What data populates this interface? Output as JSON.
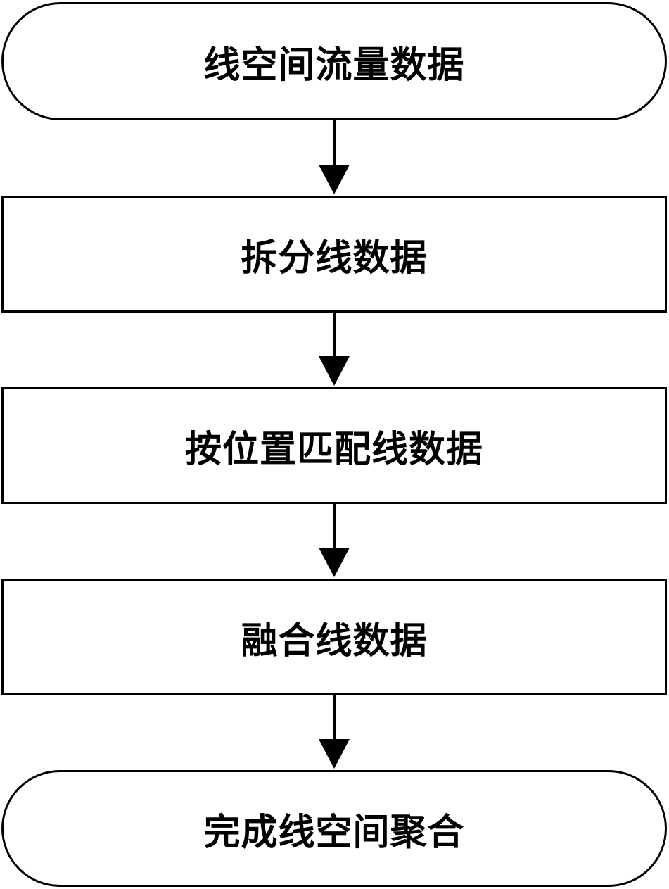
{
  "flowchart": {
    "steps": [
      {
        "id": "start",
        "shape": "terminal",
        "label": "线空间流量数据"
      },
      {
        "id": "split",
        "shape": "process",
        "label": "拆分线数据"
      },
      {
        "id": "match",
        "shape": "process",
        "label": "按位置匹配线数据"
      },
      {
        "id": "merge",
        "shape": "process",
        "label": "融合线数据"
      },
      {
        "id": "end",
        "shape": "terminal",
        "label": "完成线空间聚合"
      }
    ],
    "edges": [
      {
        "from": "start",
        "to": "split"
      },
      {
        "from": "split",
        "to": "match"
      },
      {
        "from": "match",
        "to": "merge"
      },
      {
        "from": "merge",
        "to": "end"
      }
    ],
    "colors": {
      "stroke": "#000000",
      "fill": "#ffffff",
      "text": "#000000"
    }
  }
}
